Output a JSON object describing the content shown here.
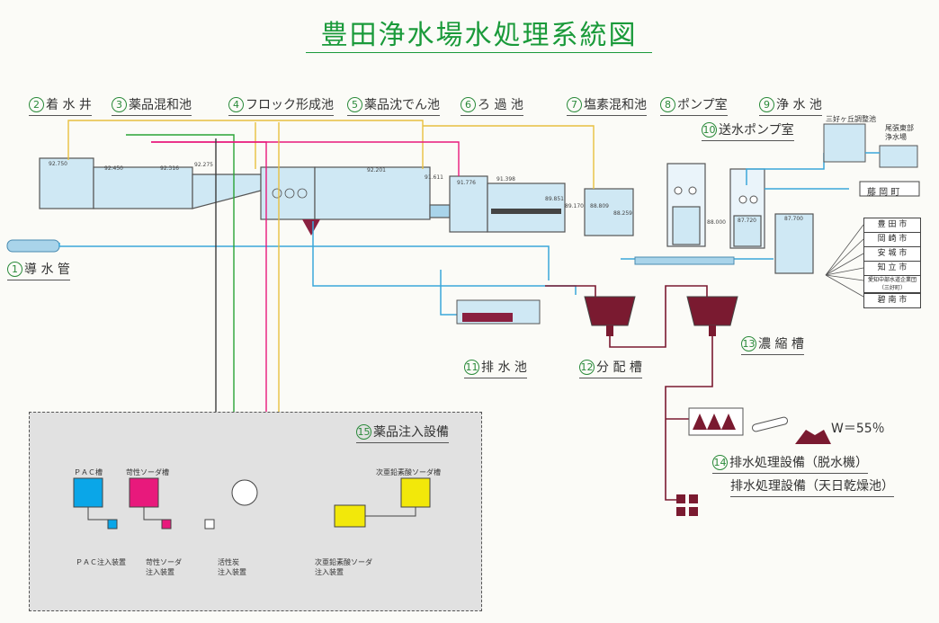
{
  "title": "豊田浄水場水処理系統図",
  "stages": [
    {
      "num": "1",
      "label": "導 水 管"
    },
    {
      "num": "2",
      "label": "着 水 井"
    },
    {
      "num": "3",
      "label": "薬品混和池"
    },
    {
      "num": "4",
      "label": "フロック形成池"
    },
    {
      "num": "5",
      "label": "薬品沈でん池"
    },
    {
      "num": "6",
      "label": "ろ 過 池"
    },
    {
      "num": "7",
      "label": "塩素混和池"
    },
    {
      "num": "8",
      "label": "ポンプ室"
    },
    {
      "num": "9",
      "label": "浄 水 池"
    },
    {
      "num": "10",
      "label": "送水ポンプ室"
    },
    {
      "num": "11",
      "label": "排 水 池"
    },
    {
      "num": "12",
      "label": "分 配 槽"
    },
    {
      "num": "13",
      "label": "濃 縮 槽"
    },
    {
      "num": "14",
      "label": "排水処理設備（脱水機）"
    },
    {
      "num": "15",
      "label": "薬品注入設備"
    }
  ],
  "drying_label": "排水処理設備（天日乾燥池）",
  "water_levels": [
    "92.750",
    "92.450",
    "92.316",
    "92.275",
    "92.201",
    "91.611",
    "91.776",
    "91.398",
    "89.851",
    "89.170",
    "88.809",
    "88.259",
    "88.000",
    "87.720",
    "87.700"
  ],
  "reservoir_labels": {
    "miyoshi": "三好ヶ丘調整池",
    "owari": "尾張東部\n浄水場"
  },
  "destinations": {
    "fujioka": "藤 岡 町",
    "cities": [
      "豊 田 市",
      "岡 崎 市",
      "安 城 市",
      "知 立 市",
      "愛知中部水道企業団\n（三好町）",
      "碧 南 市"
    ]
  },
  "moisture": "W＝55％",
  "chemicals": {
    "pac_tank": "ＰＡＣ槽",
    "soda_tank": "苛性ソーダ槽",
    "hypo_tank": "次亜鉛素酸ソーダ槽",
    "pac_injector": "ＰＡＣ注入装置",
    "soda_injector": "苛性ソーダ\n注入装置",
    "carbon_injector": "活性炭\n注入装置",
    "hypo_injector": "次亜鉛素酸ソーダ\n注入装置"
  },
  "colors": {
    "title": "#1a9a3a",
    "water": "#cfe8f4",
    "pipe_water": "#3aa7da",
    "pac": "#0aa6e8",
    "soda": "#e8197c",
    "hypo": "#f2e80a",
    "carbon": "#3c3c3c",
    "green_line": "#2aa336",
    "yellow_line": "#e8c040",
    "sludge": "#6e1c2e"
  }
}
